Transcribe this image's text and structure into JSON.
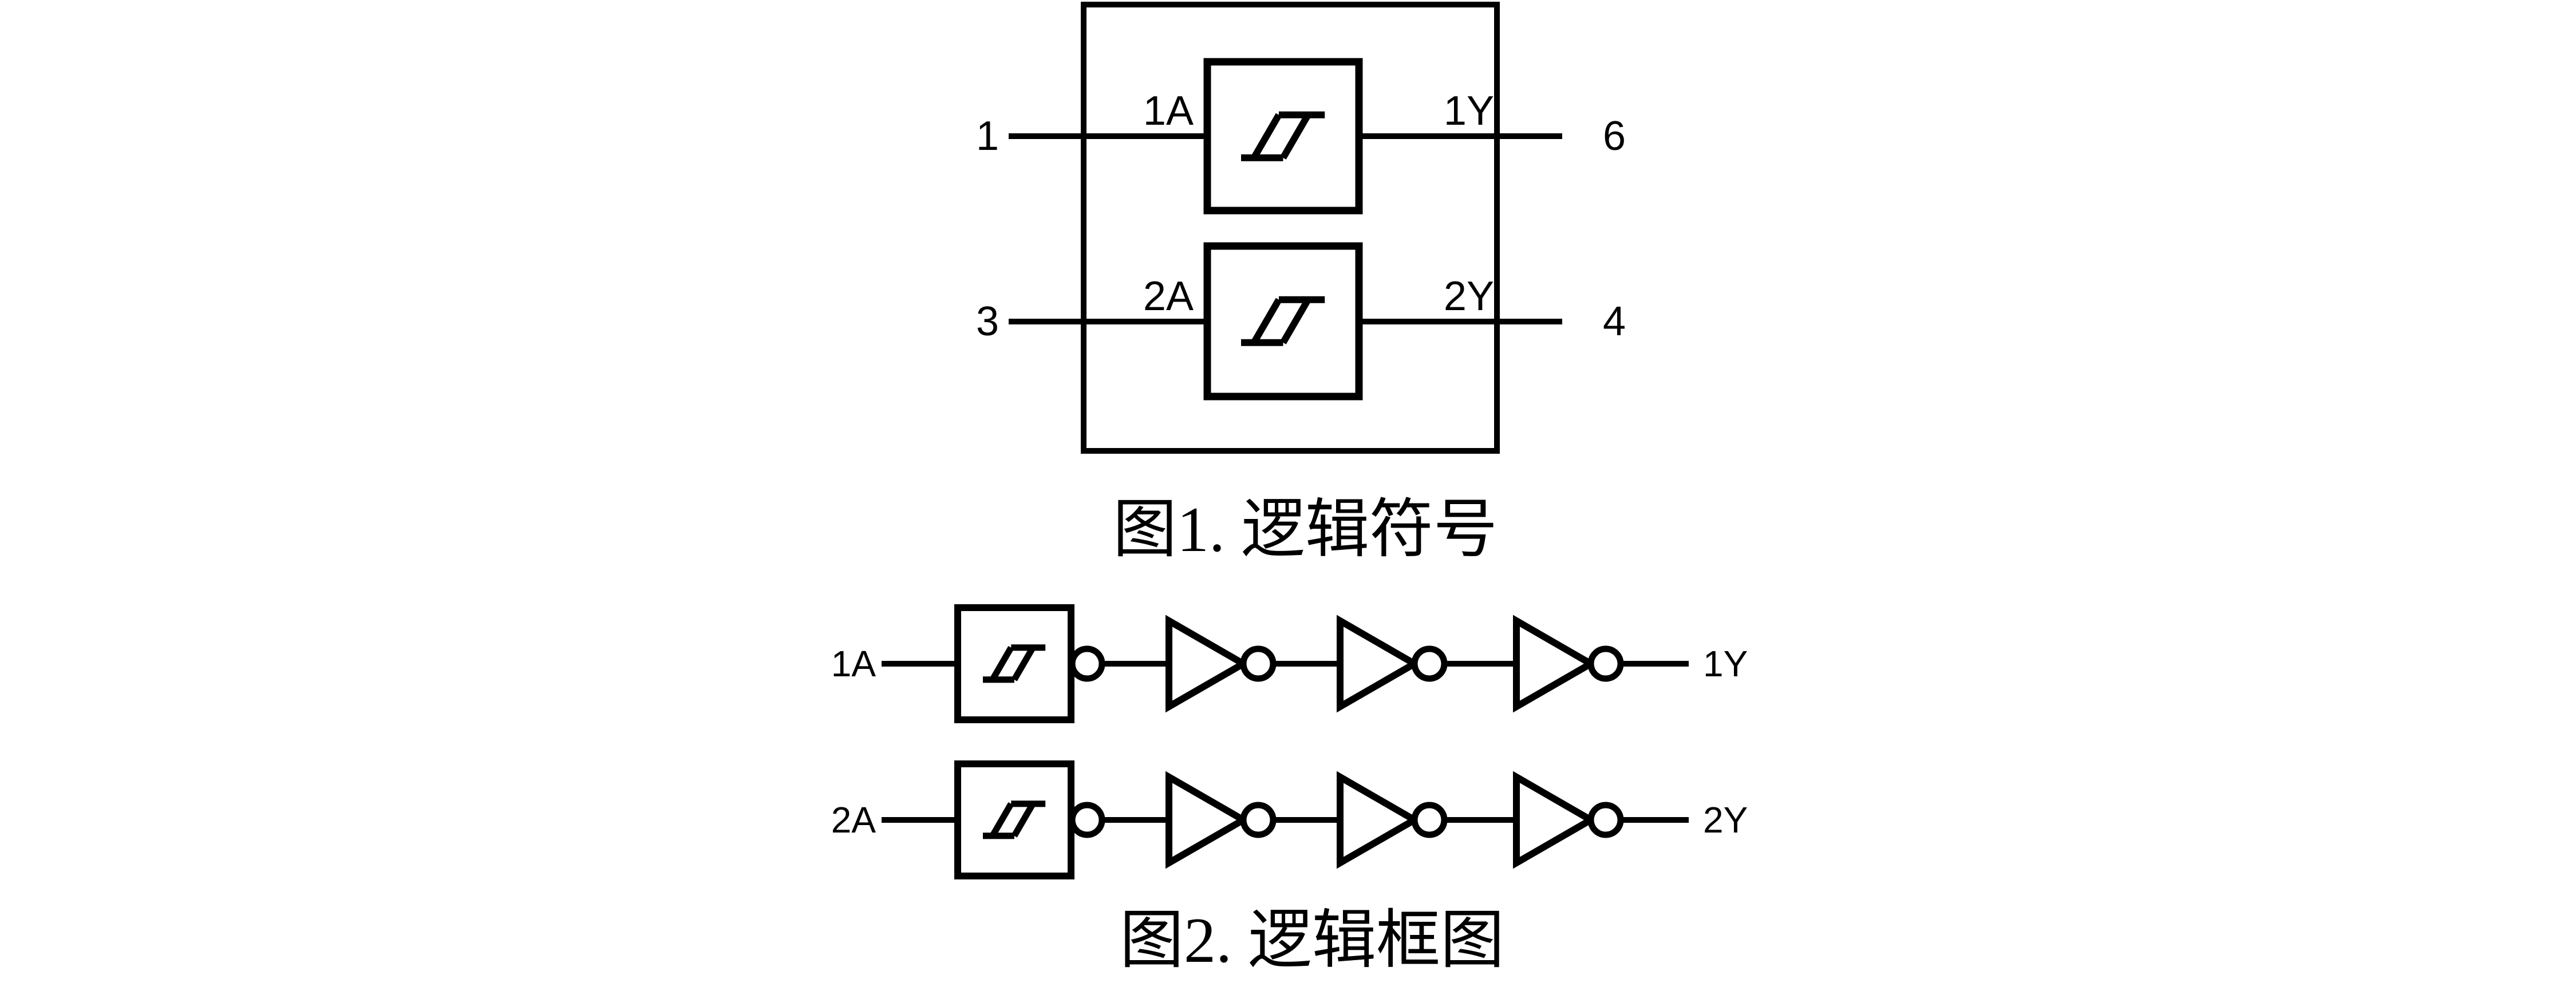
{
  "page": {
    "background_color": "#ffffff",
    "ink_color": "#000000"
  },
  "figure1": {
    "caption": "图1. 逻辑符号",
    "channels": [
      {
        "input_pin": "1",
        "input_label": "1A",
        "output_label": "1Y",
        "output_pin": "6"
      },
      {
        "input_pin": "3",
        "input_label": "2A",
        "output_label": "2Y",
        "output_pin": "4"
      }
    ]
  },
  "figure2": {
    "caption": "图2. 逻辑框图",
    "rows": [
      {
        "input_label": "1A",
        "output_label": "1Y"
      },
      {
        "input_label": "2A",
        "output_label": "2Y"
      }
    ]
  },
  "icons": {
    "hysteresis": "⎎"
  }
}
